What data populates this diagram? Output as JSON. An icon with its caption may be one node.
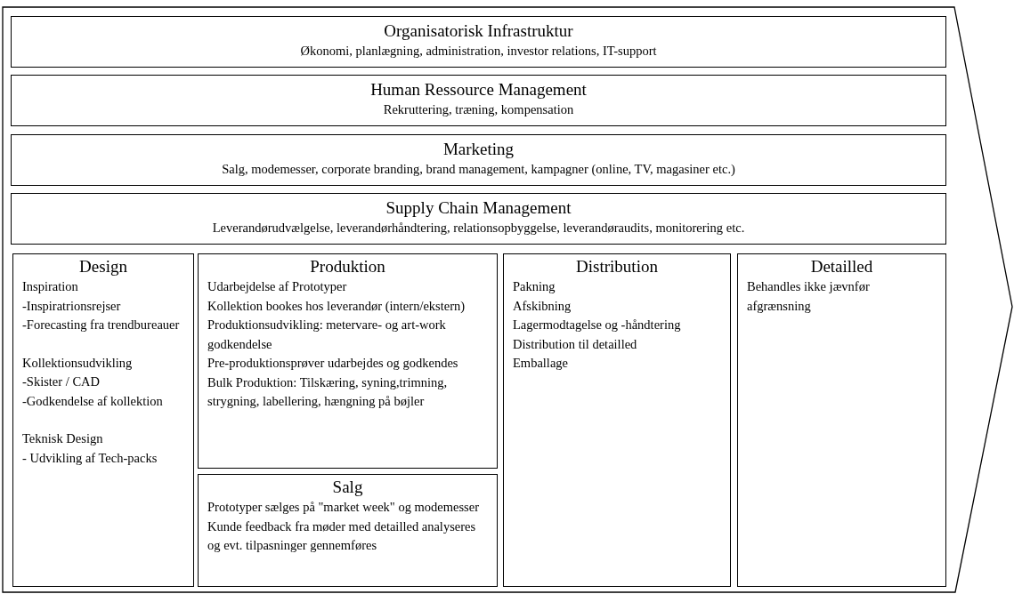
{
  "diagram": {
    "nodes": [
      {
        "text": [],
        "shape": "arrow"
      },
      {
        "text": [
          "Organisatorisk Infrastruktur",
          "Økonomi, planlægning, administration, investor relations, IT-support"
        ],
        "in": 0
      },
      {
        "text": [
          "Human Ressource Management",
          "Rekruttering, træning, kompensation"
        ],
        "in": 0
      },
      {
        "text": [
          "Marketing",
          "Salg, modemesser, corporate branding, brand management, kampagner (online, TV, magasiner etc.)"
        ],
        "in": 0
      },
      {
        "text": [
          "Supply Chain Management",
          "Leverandørudvælgelse, leverandørhåndtering, relationsopbyggelse, leverandøraudits, monitorering etc."
        ],
        "in": 0
      },
      {
        "text": [
          "Design",
          "Inspiration",
          "-Inspiratrionsrejser",
          "-Forecasting fra trendbureauer",
          "Kollektionsudvikling",
          "-Skister / CAD",
          "-Godkendelse af kollektion",
          "Teknisk Design",
          "- Udvikling af Tech-packs"
        ],
        "in": 0
      },
      {
        "text": [
          "Produktion",
          "Udarbejdelse af Prototyper",
          "Kollektion bookes hos leverandør (intern/ekstern)",
          "Produktionsudvikling: metervare- og art-work godkendelse",
          "Pre-produktionsprøver udarbejdes og godkendes",
          "Bulk Produktion: Tilskæring, syning,trimning, strygning, labellering, hængning på bøjler"
        ],
        "in": 0
      },
      {
        "text": [
          "Salg",
          "Prototyper sælges på \"market week\" og modemesser",
          "Kunde feedback fra møder med detailled analyseres og evt. tilpasninger gennemføres"
        ],
        "in": 0
      },
      {
        "text": [
          "Distribution",
          "Pakning",
          "Afskibning",
          "Lagermodtagelse og -håndtering",
          "Distribution til detailled",
          "Emballage"
        ],
        "in": 0
      },
      {
        "text": [
          "Detailled",
          "Behandles ikke jævnfør afgrænsning"
        ],
        "in": 0
      }
    ]
  }
}
